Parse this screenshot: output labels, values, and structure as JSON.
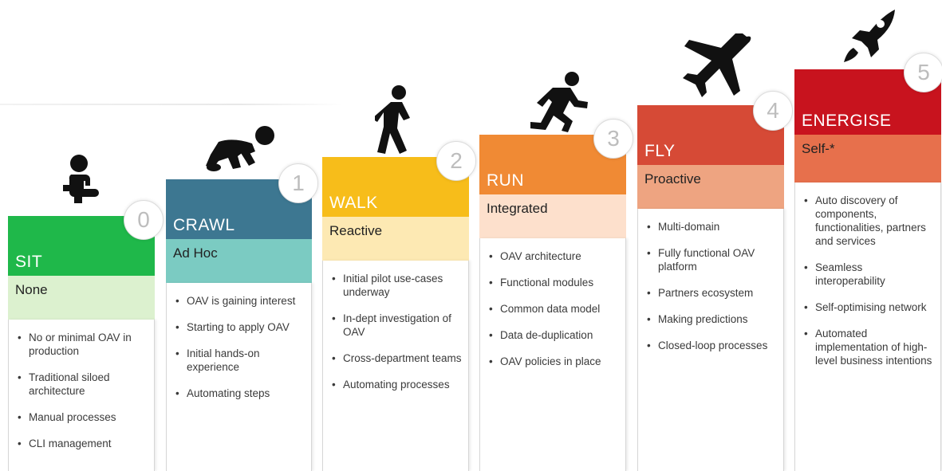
{
  "stages": [
    {
      "number": "0",
      "title": "SIT",
      "subtitle": "None",
      "items": [
        "No or minimal OAV in production",
        "Traditional siloed architecture",
        "Manual processes",
        "CLI management"
      ],
      "colors": {
        "header": "#1fb84a",
        "sub": "#dcf1cf"
      },
      "icon": "baby-sitting-icon"
    },
    {
      "number": "1",
      "title": "CRAWL",
      "subtitle": "Ad Hoc",
      "items": [
        "OAV is gaining interest",
        "Starting to apply OAV",
        "Initial hands-on experience",
        "Automating steps"
      ],
      "colors": {
        "header": "#3d7791",
        "sub": "#7bcbc2"
      },
      "icon": "crawling-person-icon"
    },
    {
      "number": "2",
      "title": "WALK",
      "subtitle": "Reactive",
      "items": [
        "Initial pilot use-cases underway",
        "In-dept investigation of OAV",
        "Cross-department teams",
        "Automating processes"
      ],
      "colors": {
        "header": "#f7bd1a",
        "sub": "#fde9b3"
      },
      "icon": "walking-person-icon"
    },
    {
      "number": "3",
      "title": "RUN",
      "subtitle": "Integrated",
      "items": [
        "OAV architecture",
        "Functional modules",
        "Common data model",
        "Data de-duplication",
        "OAV policies in place"
      ],
      "colors": {
        "header": "#f08a34",
        "sub": "#fde0cc"
      },
      "icon": "running-person-icon"
    },
    {
      "number": "4",
      "title": "FLY",
      "subtitle": "Proactive",
      "items": [
        "Multi-domain",
        "Fully functional OAV platform",
        "Partners ecosystem",
        "Making predictions",
        "Closed-loop processes"
      ],
      "colors": {
        "header": "#d64a36",
        "sub": "#eea481"
      },
      "icon": "airplane-icon"
    },
    {
      "number": "5",
      "title": "ENERGISE",
      "subtitle": "Self-*",
      "items": [
        "Auto discovery of components, functionalities, partners and services",
        "Seamless interoperability",
        "Self-optimising network",
        "Automated implementation of high-level business intentions"
      ],
      "colors": {
        "header": "#c8131e",
        "sub": "#e7704c"
      },
      "icon": "rocket-icon"
    }
  ]
}
